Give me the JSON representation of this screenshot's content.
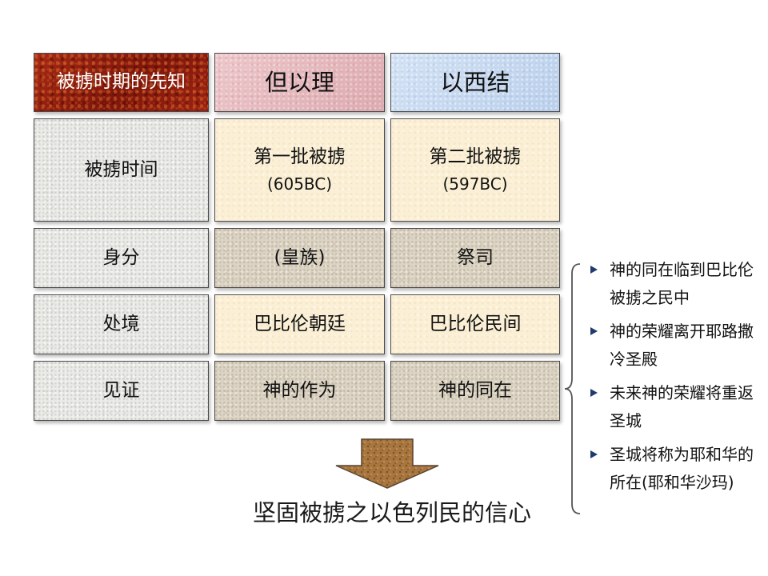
{
  "table": {
    "header": [
      "被掳时期的先知",
      "但以理",
      "以西结"
    ],
    "rows": [
      {
        "label": "被掳时间",
        "c1": [
          "第一批被掳",
          "(605BC)"
        ],
        "c2": [
          "第二批被掳",
          "(597BC)"
        ]
      },
      {
        "label": "身分",
        "c1": [
          "(皇族)"
        ],
        "c2": [
          "祭司"
        ]
      },
      {
        "label": "处境",
        "c1": [
          "巴比伦朝廷"
        ],
        "c2": [
          "巴比伦民间"
        ]
      },
      {
        "label": "见证",
        "c1": [
          "神的作为"
        ],
        "c2": [
          "神的同在"
        ]
      }
    ]
  },
  "conclusion": "坚固被掳之以色列民的信心",
  "bullets": [
    "神的同在临到巴比伦被掳之民中",
    "神的荣耀离开耶路撒冷圣殿",
    "未来神的荣耀将重返圣城",
    "圣城将称为耶和华的所在(耶和华沙玛)"
  ],
  "colors": {
    "header_left": "#8e1d10",
    "header_daniel": "#e7b9bd",
    "header_ezekiel": "#c7d9f1",
    "row_label": "#ebebe8",
    "cream": "#fbf0d6",
    "tan": "#dcd4c4",
    "arrow": "#a0703c",
    "bullet": "#1f3a6e"
  },
  "icons": {
    "arrow": "down-arrow-icon",
    "brace": "left-curly-brace",
    "bullet": "triangle-bullet-icon"
  }
}
